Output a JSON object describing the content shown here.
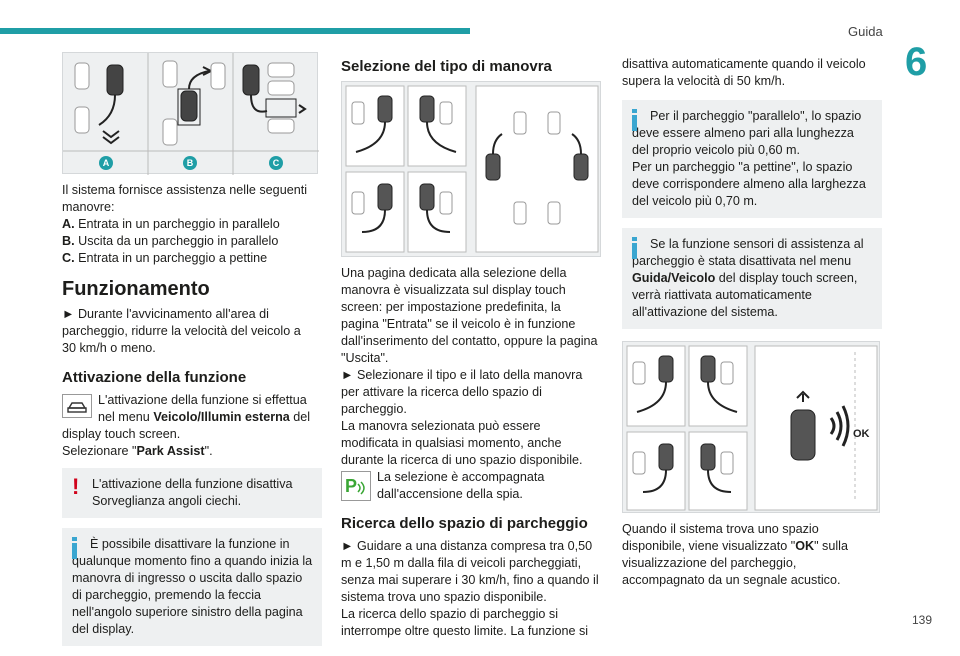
{
  "header": {
    "section": "Guida",
    "chapter": "6",
    "page": "139"
  },
  "col1": {
    "fig_letters": [
      "A",
      "B",
      "C"
    ],
    "intro": "Il sistema fornisce assistenza nelle seguenti manovre:",
    "items": [
      {
        "label": "A.",
        "text": "Entrata in un parcheggio in parallelo"
      },
      {
        "label": "B.",
        "text": "Uscita da un parcheggio in parallelo"
      },
      {
        "label": "C.",
        "text": "Entrata in un parcheggio a pettine"
      }
    ],
    "h2": "Funzionamento",
    "funz_text_1": "► Durante l'avvicinamento all'area di parcheggio, ridurre la velocità del veicolo a",
    "funz_text_2": "30 km/h o meno.",
    "h3": "Attivazione della funzione",
    "attiv_1": "L'attivazione della funzione si effettua nel menu ",
    "attiv_menu": "Veicolo/Illumin esterna",
    "attiv_2": " del display touch screen.",
    "select_pre": "Selezionare \"",
    "select_val": "Park Assist",
    "select_post": "\".",
    "warn": "L'attivazione della funzione disattiva Sorveglianza angoli ciechi.",
    "info": "È possibile disattivare la funzione in qualunque momento fino a quando inizia la manovra di ingresso o uscita dallo spazio di parcheggio, premendo la feccia nell'angolo superiore sinistro della pagina del display."
  },
  "col2": {
    "h3a": "Selezione del tipo di manovra",
    "p1": "Una pagina dedicata alla selezione della manovra è visualizzata sul display touch screen: per impostazione predefinita, la pagina \"Entrata\" se il veicolo è in funzione dall'inserimento del contatto, oppure la pagina \"Uscita\".",
    "p2": "► Selezionare il tipo e il lato della manovra per attivare la ricerca dello spazio di parcheggio.",
    "p3": "La manovra selezionata può essere modificata in qualsiasi momento, anche durante la ricerca di uno spazio disponibile.",
    "p4": "La selezione è accompagnata dall'accensione della spia.",
    "h3b": "Ricerca dello spazio di parcheggio",
    "p5": "► Guidare a una distanza compresa tra 0,50 m e 1,50 m dalla fila di veicoli parcheggiati, senza mai superare i 30 km/h, fino a quando il sistema trova uno spazio disponibile.",
    "p6": "La ricerca dello spazio di parcheggio si interrompe oltre questo limite. La funzione si"
  },
  "col3": {
    "p1": "disattiva automaticamente quando il veicolo supera la velocità di 50 km/h.",
    "info1a": "Per il parcheggio \"parallelo\", lo spazio deve essere almeno pari alla lunghezza del proprio veicolo più 0,60 m.",
    "info1b": "Per un parcheggio \"a pettine\", lo spazio deve corrispondere almeno alla larghezza del veicolo più 0,70 m.",
    "info2_1": "Se la funzione sensori di assistenza al parcheggio è stata disattivata nel menu ",
    "info2_menu": "Guida/Veicolo",
    "info2_2": " del display touch screen, verrà riattivata automaticamente all'attivazione del sistema.",
    "ok_label": "OK",
    "p2_pre": "Quando il sistema trova uno spazio disponibile, viene visualizzato \"",
    "p2_ok": "OK",
    "p2_post": "\" sulla visualizzazione del parcheggio, accompagnato da un segnale acustico."
  },
  "colors": {
    "accent": "#1f9ea6",
    "warning": "#d0021b",
    "info": "#3aa6d0"
  }
}
